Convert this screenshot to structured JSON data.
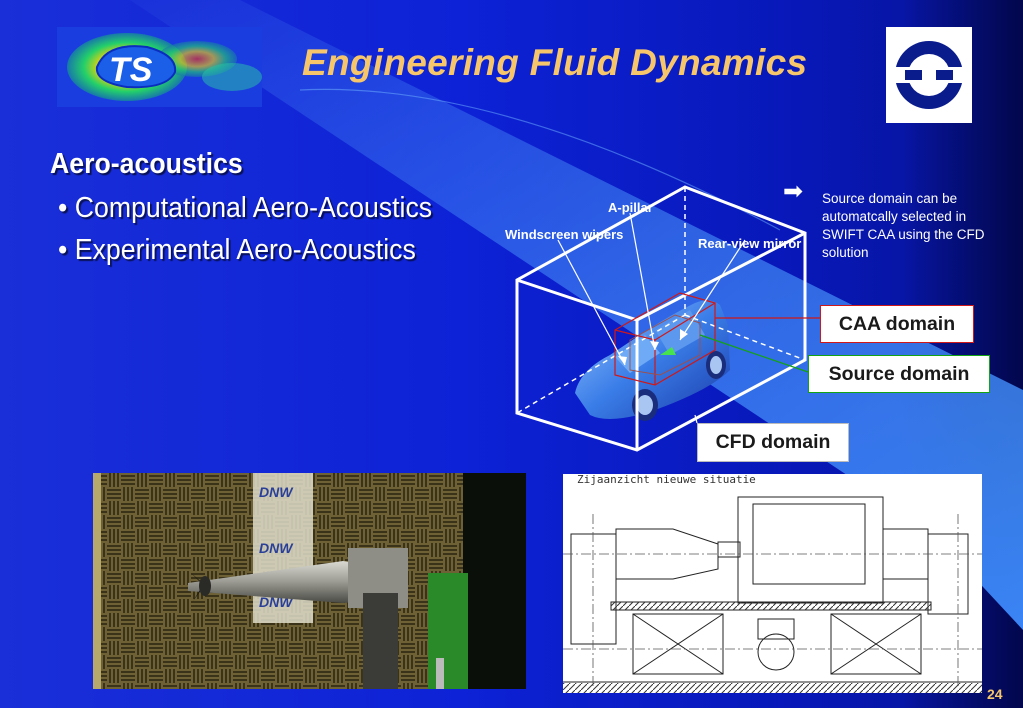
{
  "title": "Engineering Fluid Dynamics",
  "logo_left": {
    "text": "TS"
  },
  "heading": "Aero-acoustics",
  "bullets": [
    "• Computational Aero-Acoustics",
    "• Experimental Aero-Acoustics"
  ],
  "diagram": {
    "labels": {
      "a_pillar": "A-pillar",
      "wipers": "Windscreen wipers",
      "mirror": "Rear-view mirror"
    },
    "note": "Source domain can be automatcally selected in SWIFT CAA using the CFD solution",
    "domains": {
      "caa": "CAA domain",
      "source": "Source domain",
      "cfd": "CFD domain"
    }
  },
  "photo_logos": [
    "DNW",
    "DNW",
    "DNW"
  ],
  "drawing_caption": "Zijaanzicht nieuwe situatie",
  "page_number": "24",
  "colors": {
    "title": "#f7c66a",
    "caa_border": "#d01818",
    "source_border": "#13a313"
  },
  "icons": [
    "right-arrow-icon",
    "company-logo-icon"
  ]
}
